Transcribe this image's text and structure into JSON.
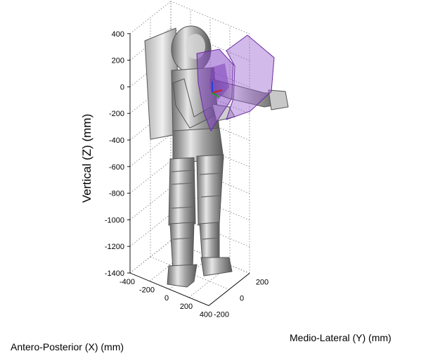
{
  "chart_data": {
    "type": "scatter",
    "title": "",
    "xlabel": "Antero-Posterior (X) (mm)",
    "ylabel": "Medio-Lateral (Y) (mm)",
    "zlabel": "Vertical (Z) (mm)",
    "z_ticks": [
      "400",
      "200",
      "0",
      "-200",
      "-400",
      "-600",
      "-800",
      "-1000",
      "-1200",
      "-1400"
    ],
    "x_ticks": [
      "-400",
      "-200",
      "0",
      "200",
      "400"
    ],
    "y_ticks": [
      "-200",
      "0",
      "200"
    ],
    "zlim": [
      -1400,
      400
    ],
    "xlim": [
      -400,
      400
    ],
    "ylim": [
      -200,
      200
    ],
    "grid": true,
    "view": "3d",
    "objects": [
      {
        "name": "spacesuit-model",
        "color": "#b8b8b8"
      },
      {
        "name": "reach-envelope",
        "color": "#8a4cc8"
      }
    ],
    "triad_colors": {
      "x": "#d02020",
      "y": "#20a020",
      "z": "#2040e0"
    }
  }
}
